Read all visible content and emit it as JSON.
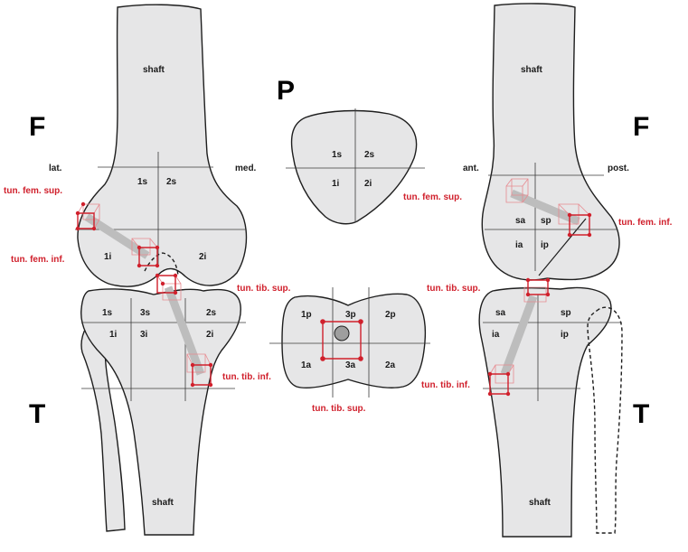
{
  "colors": {
    "bone_fill": "#e6e6e7",
    "tunnel_gray": "#bdbdbd",
    "marker_red": "#d0202c"
  },
  "big_letters": {
    "femur_left": "F",
    "femur_right": "F",
    "tibia_left": "T",
    "tibia_right": "T",
    "patella": "P"
  },
  "directions": {
    "lateral": "lat.",
    "medial": "med.",
    "anterior": "ant.",
    "posterior": "post."
  },
  "shaft": {
    "femur_left": "shaft",
    "tibia_left": "shaft",
    "femur_right": "shaft",
    "tibia_right": "shaft"
  },
  "front_femur_zones": {
    "one_s": "1s",
    "two_s": "2s",
    "one_i": "1i",
    "two_i": "2i"
  },
  "front_tibia_zones": {
    "one_s": "1s",
    "three_s": "3s",
    "two_s": "2s",
    "one_i": "1i",
    "three_i": "3i",
    "two_i": "2i"
  },
  "patella_zones": {
    "one_s": "1s",
    "two_s": "2s",
    "one_i": "1i",
    "two_i": "2i"
  },
  "plateau_zones": {
    "one_p": "1p",
    "three_p": "3p",
    "two_p": "2p",
    "one_a": "1a",
    "three_a": "3a",
    "two_a": "2a"
  },
  "side_femur_zones": {
    "sa": "sa",
    "sp": "sp",
    "ia": "ia",
    "ip": "ip"
  },
  "side_tibia_zones": {
    "sa": "sa",
    "sp": "sp",
    "ia": "ia",
    "ip": "ip"
  },
  "tunnel_labels": {
    "fem_sup_front": "tun. fem. sup.",
    "fem_inf_front": "tun. fem. inf.",
    "tib_sup_front": "tun. tib. sup.",
    "tib_inf_front": "tun. tib. inf.",
    "tib_sup_plateau": "tun. tib. sup.",
    "fem_sup_side": "tun. fem. sup.",
    "fem_inf_side": "tun. fem. inf.",
    "tib_sup_side": "tun. tib. sup.",
    "tib_inf_side": "tun. tib. inf."
  }
}
